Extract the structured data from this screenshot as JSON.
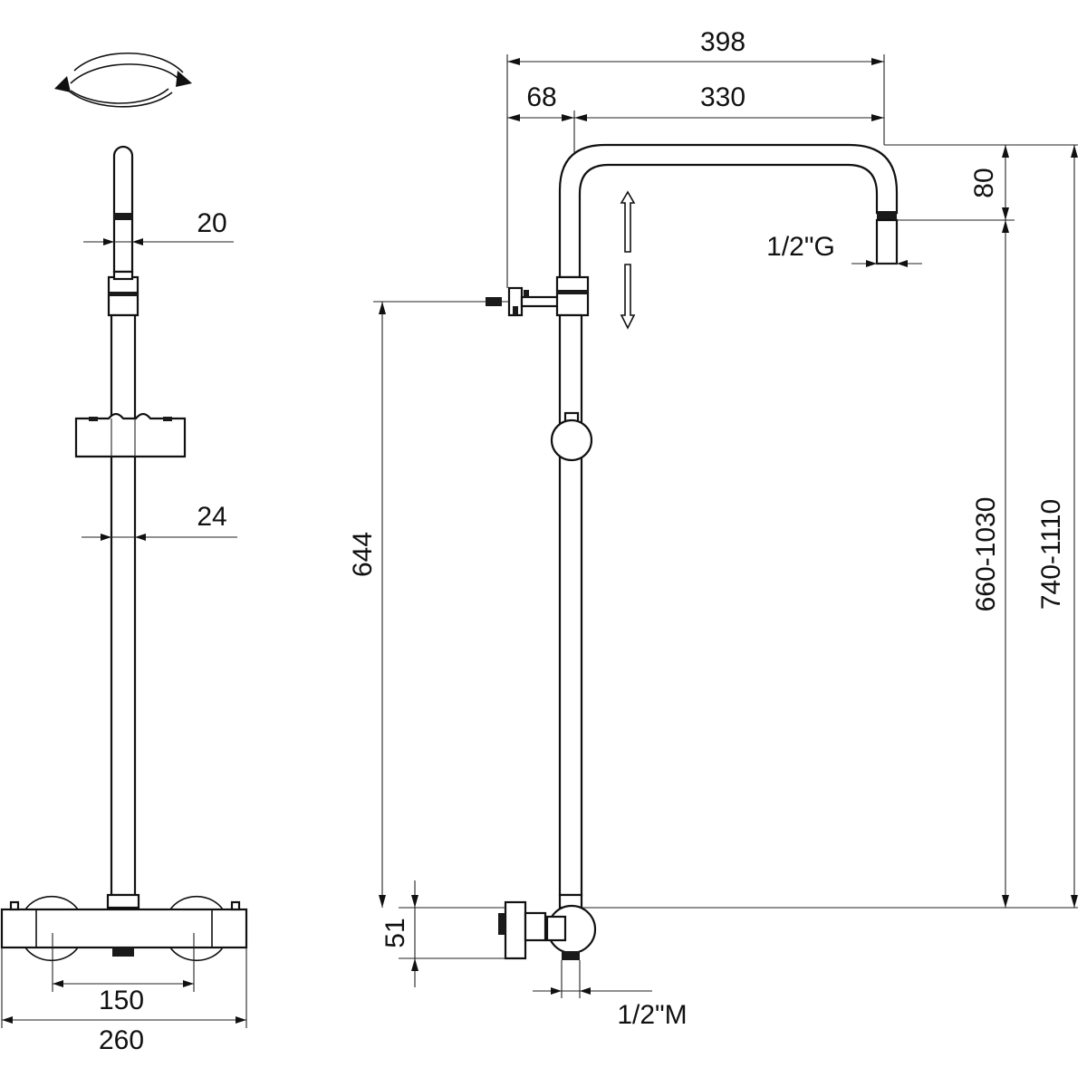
{
  "drawing": {
    "dimensions": {
      "overall_width": "398",
      "offset_wall": "68",
      "arm_projection": "330",
      "arm_drop": "80",
      "head_thread": "1/2\"G",
      "height_total": "740-1110",
      "height_adjust": "660-1030",
      "inlet_height": "644",
      "body_height": "51",
      "outlet_thread": "1/2\"M",
      "pipe_upper_dia": "20",
      "pipe_lower_dia": "24",
      "centers": "150",
      "body_width": "260"
    },
    "icons": {
      "rotate": "rotate-arrows-icon",
      "slide": "up-down-arrow-icon"
    }
  }
}
